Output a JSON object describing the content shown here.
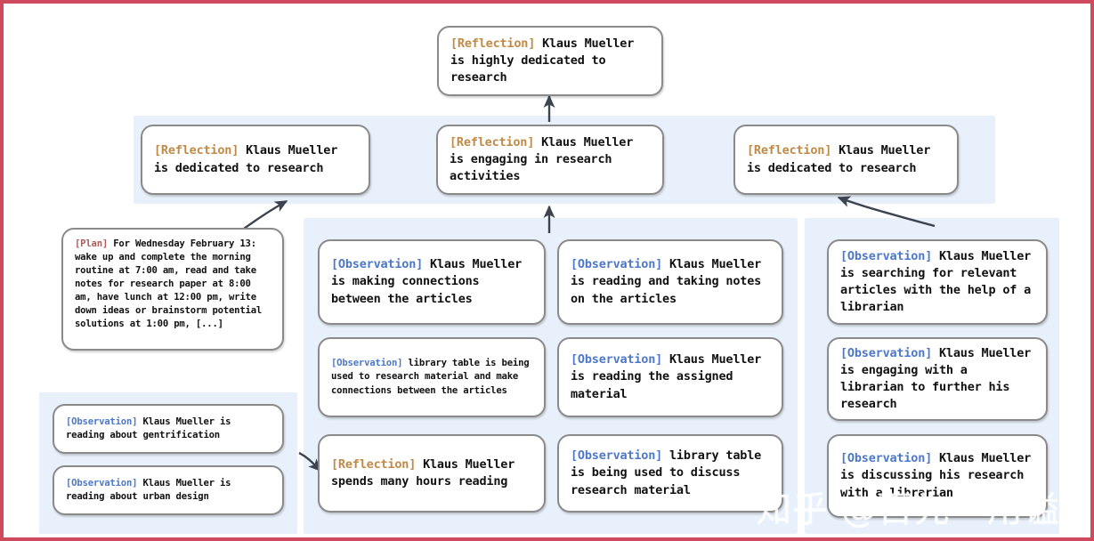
{
  "page": {
    "border_color": "#cf4a5c",
    "background": "#ffffff",
    "panel_color": "#e8f0fb",
    "node_border_color": "#8a8a8a"
  },
  "tags": {
    "reflection": "[Reflection]",
    "observation": "[Observation]",
    "plan": "[Plan]",
    "reflection_color": "#c08a46",
    "observation_color": "#4d78c9",
    "plan_color": "#b05a5a"
  },
  "nodes": {
    "root_reflection": {
      "tag": "[Reflection]",
      "text": " Klaus Mueller is highly dedicated to research"
    },
    "reflection_left": {
      "tag": "[Reflection]",
      "text": " Klaus Mueller is dedicated to research"
    },
    "reflection_center": {
      "tag": "[Reflection]",
      "text": " Klaus Mueller is engaging in research activities"
    },
    "reflection_right": {
      "tag": "[Reflection]",
      "text": " Klaus Mueller is dedicated to research"
    },
    "plan": {
      "tag": "[Plan]",
      "text": " For Wednesday February 13: wake up and complete the morning routine at 7:00 am, read and take notes for research paper at 8:00 am, have lunch at 12:00 pm, write down ideas or brainstorm potential solutions at 1:00 pm, [...]"
    },
    "obs_gentrification": {
      "tag": "[Observation]",
      "text": " Klaus Mueller is reading about gentrification"
    },
    "obs_urban_design": {
      "tag": "[Observation]",
      "text": " Klaus Mueller is reading about urban design"
    },
    "obs_connections": {
      "tag": "[Observation]",
      "text": " Klaus Mueller is making connections between the articles"
    },
    "obs_library_table_connections": {
      "tag": "[Observation]",
      "text": " library table is being used to research material and make connections between the articles"
    },
    "reflection_hours_reading": {
      "tag": "[Reflection]",
      "text": " Klaus Mueller spends many hours reading"
    },
    "obs_taking_notes": {
      "tag": "[Observation]",
      "text": " Klaus Mueller is reading and taking notes on the articles"
    },
    "obs_assigned_material": {
      "tag": "[Observation]",
      "text": " Klaus Mueller is reading the assigned material"
    },
    "obs_library_table_discuss": {
      "tag": "[Observation]",
      "text": " library table is being used to discuss research material"
    },
    "obs_searching_articles": {
      "tag": "[Observation]",
      "text": " Klaus Mueller is searching for relevant articles with the help of a librarian"
    },
    "obs_engaging_librarian": {
      "tag": "[Observation]",
      "text": " Klaus Mueller is engaging with a librarian to further his research"
    },
    "obs_discussing_research": {
      "tag": "[Observation]",
      "text": " Klaus Mueller is discussing his research with a librarian"
    }
  },
  "watermark": {
    "text": "知乎 @百先一用谥书生"
  }
}
